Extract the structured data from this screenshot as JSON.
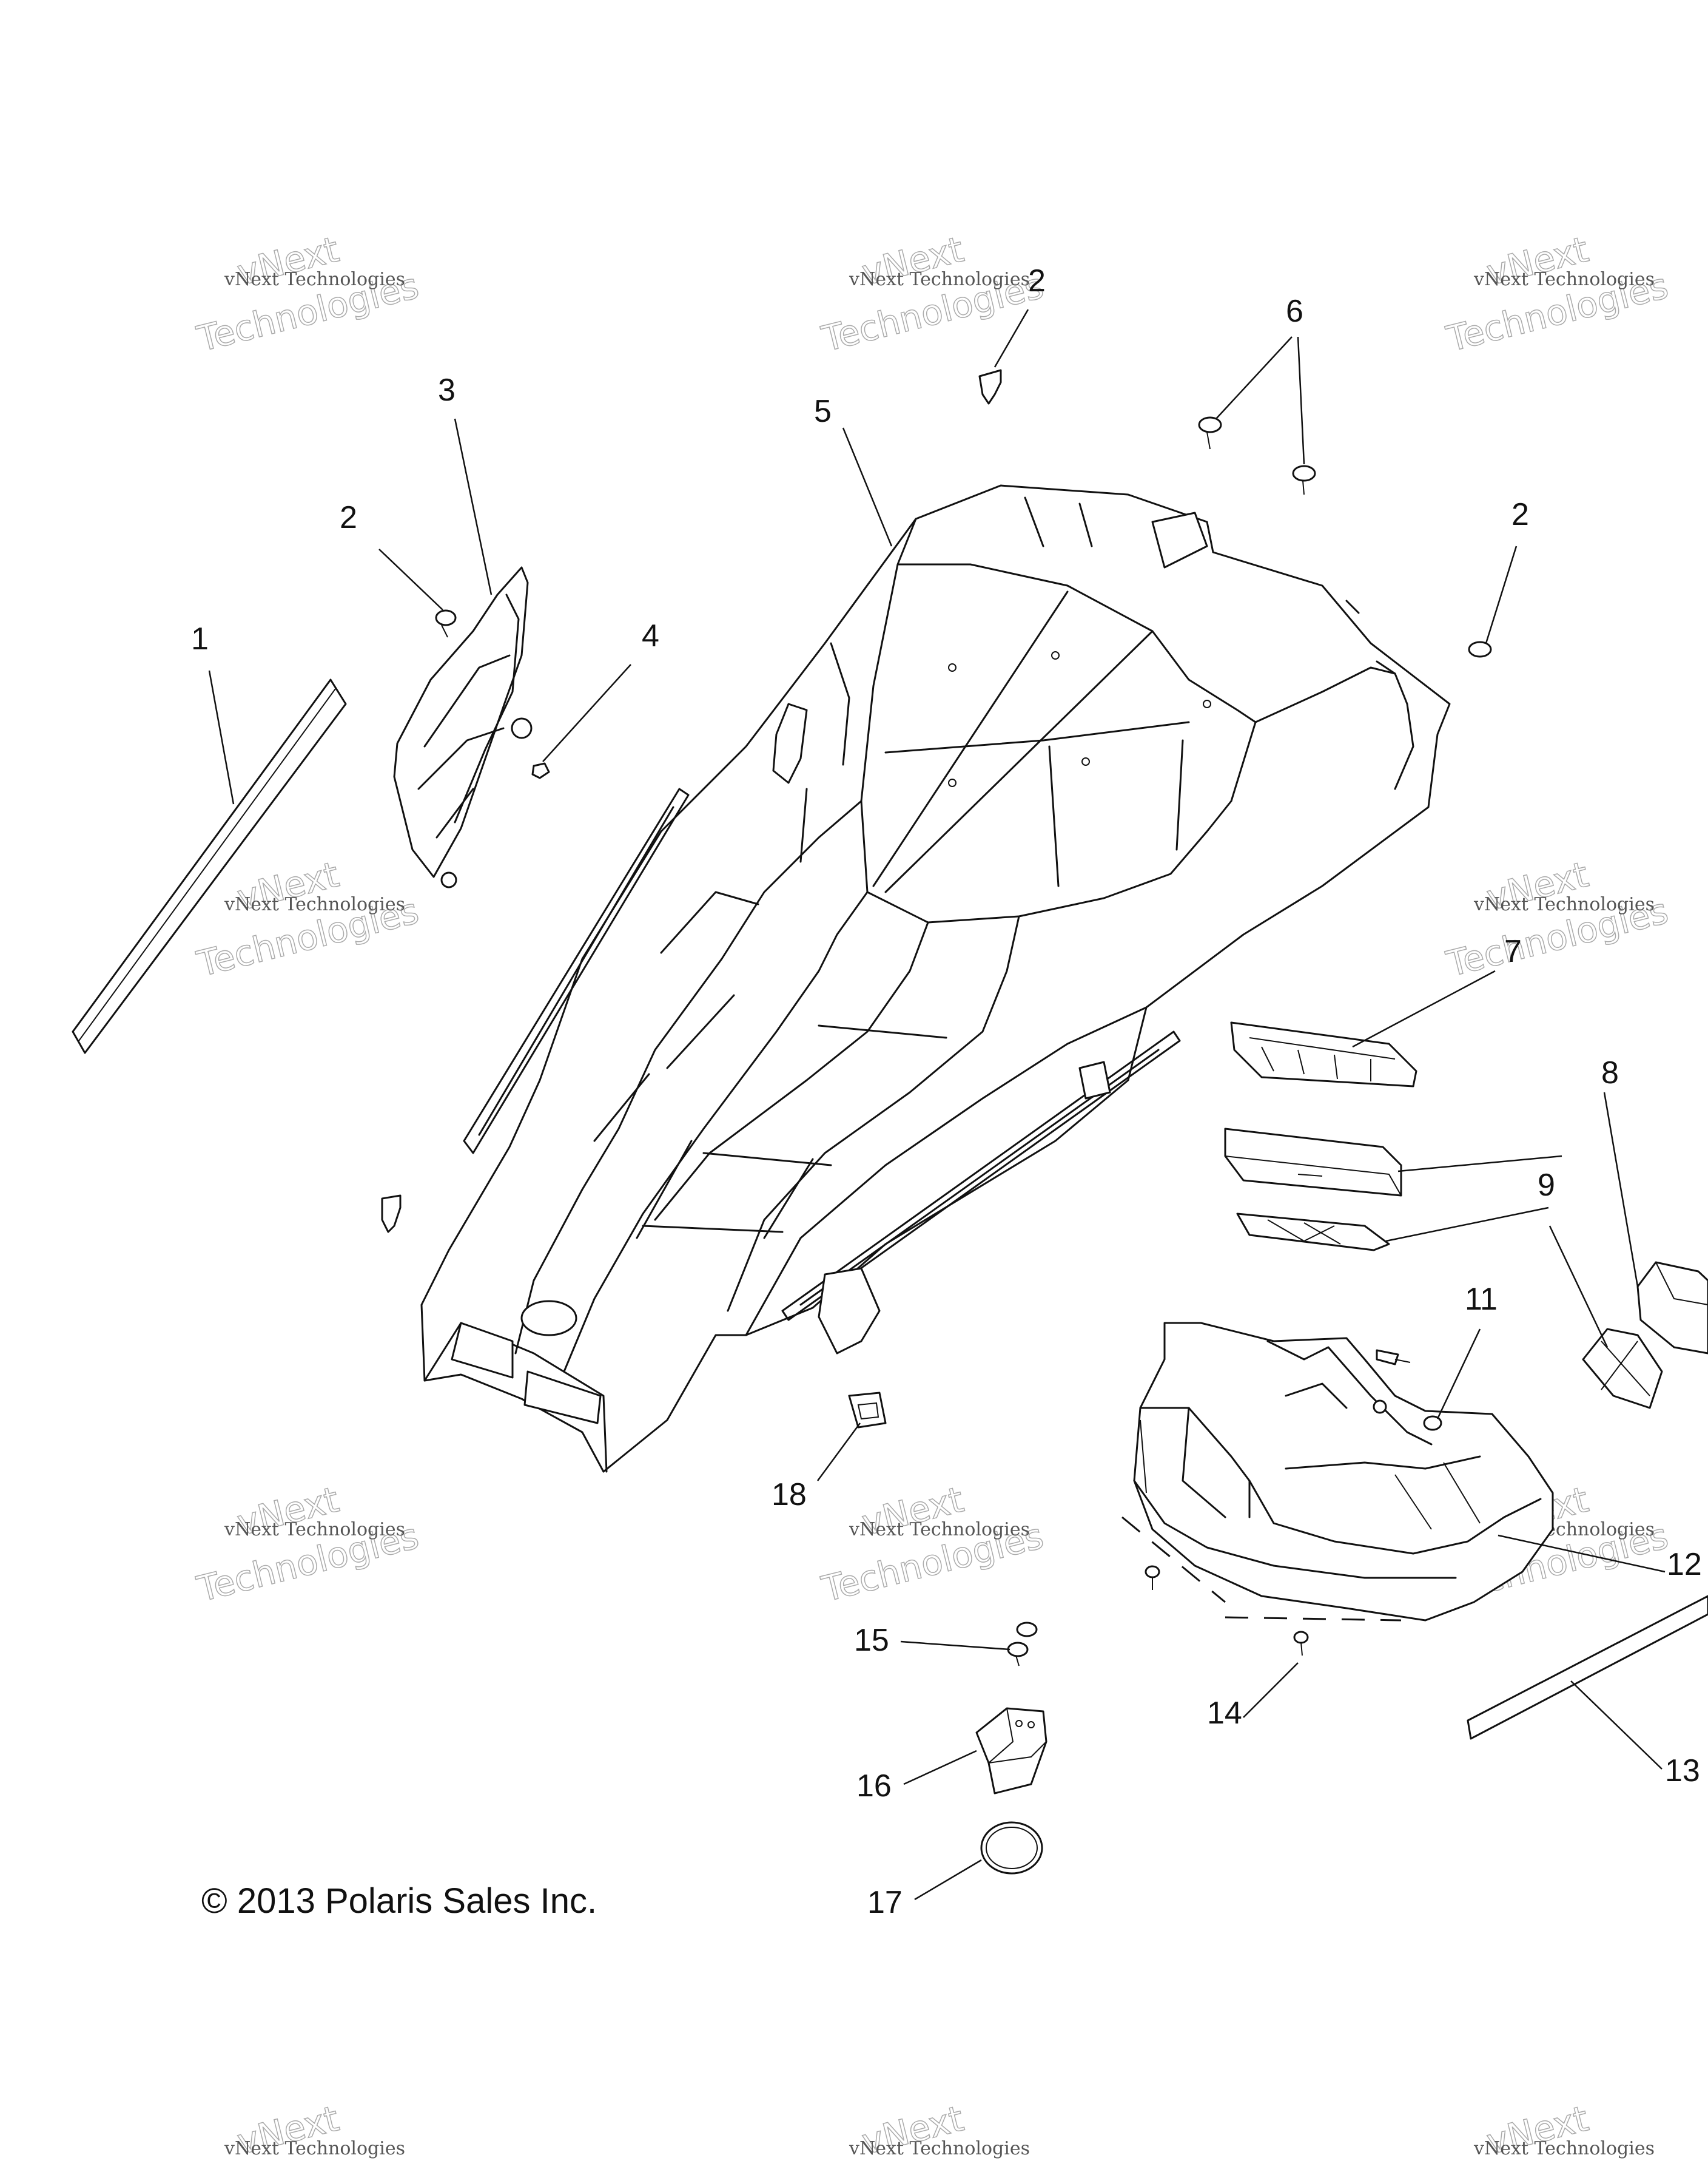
{
  "copyright": "© 2013 Polaris Sales Inc.",
  "watermark": {
    "line1": "vNext Technologies",
    "big_top": "vNext",
    "big_bottom": "Technologies"
  },
  "callouts": [
    {
      "id": "c1",
      "label": "1"
    },
    {
      "id": "c2a",
      "label": "2"
    },
    {
      "id": "c2b",
      "label": "2"
    },
    {
      "id": "c2c",
      "label": "2"
    },
    {
      "id": "c3",
      "label": "3"
    },
    {
      "id": "c4",
      "label": "4"
    },
    {
      "id": "c5",
      "label": "5"
    },
    {
      "id": "c6",
      "label": "6"
    },
    {
      "id": "c7",
      "label": "7"
    },
    {
      "id": "c8",
      "label": "8"
    },
    {
      "id": "c9",
      "label": "9"
    },
    {
      "id": "c11",
      "label": "11"
    },
    {
      "id": "c12",
      "label": "12"
    },
    {
      "id": "c13",
      "label": "13"
    },
    {
      "id": "c14",
      "label": "14"
    },
    {
      "id": "c15",
      "label": "15"
    },
    {
      "id": "c16",
      "label": "16"
    },
    {
      "id": "c17",
      "label": "17"
    },
    {
      "id": "c18",
      "label": "18"
    }
  ]
}
